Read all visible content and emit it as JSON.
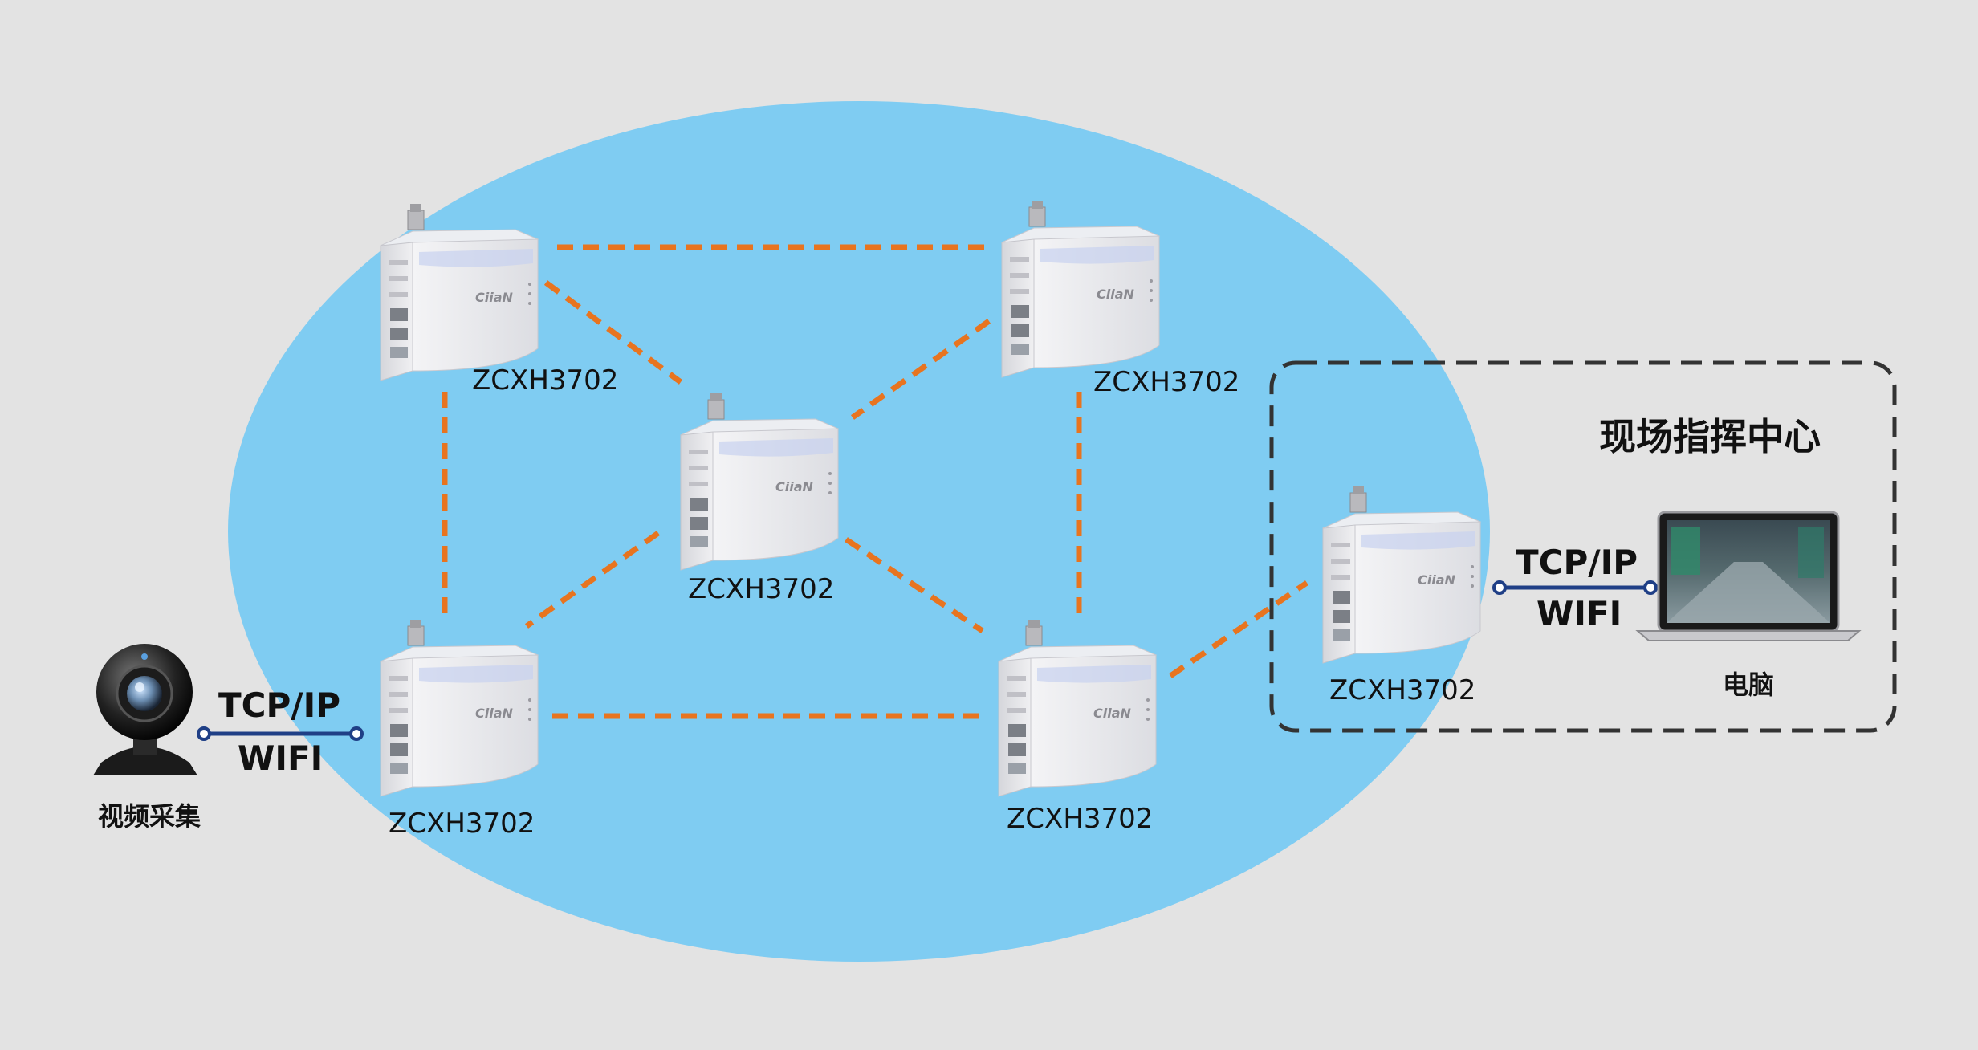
{
  "colors": {
    "background": "#e3e3e3",
    "cloud": "#7fccf2",
    "mesh_link": "#e8741f",
    "ip_link": "#1f3f86",
    "frame": "#333333"
  },
  "nodes": {
    "top_left": {
      "label": "ZCXH3702"
    },
    "top_right": {
      "label": "ZCXH3702"
    },
    "center": {
      "label": "ZCXH3702"
    },
    "bottom_left": {
      "label": "ZCXH3702"
    },
    "bottom_right": {
      "label": "ZCXH3702"
    },
    "command": {
      "label": "ZCXH3702"
    }
  },
  "camera": {
    "label": "视频采集",
    "icon": "webcam-icon"
  },
  "camera_link": {
    "protocol": "TCP/IP",
    "medium": "WIFI"
  },
  "command_center": {
    "title": "现场指挥中心"
  },
  "computer": {
    "label": "电脑",
    "icon": "laptop-icon"
  },
  "computer_link": {
    "protocol": "TCP/IP",
    "medium": "WIFI"
  }
}
